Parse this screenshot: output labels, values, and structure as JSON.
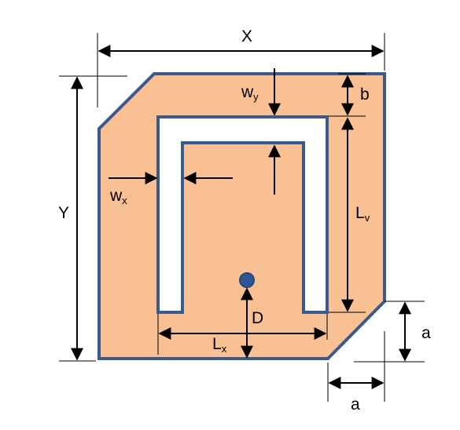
{
  "colors": {
    "patch_fill": "#f9c193",
    "patch_stroke": "#3a5a8c",
    "slot_fill": "#ffffff",
    "feed_fill": "#2f5597",
    "arrow": "#000000"
  },
  "labels": {
    "X": "X",
    "Y": "Y",
    "b": "b",
    "a_right": "a",
    "a_bottom": "a",
    "D": "D",
    "wy_main": "w",
    "wy_sub": "y",
    "wx_main": "w",
    "wx_sub": "x",
    "lv_main": "L",
    "lv_sub": "v",
    "lx_main": "L",
    "lx_sub": "x"
  }
}
